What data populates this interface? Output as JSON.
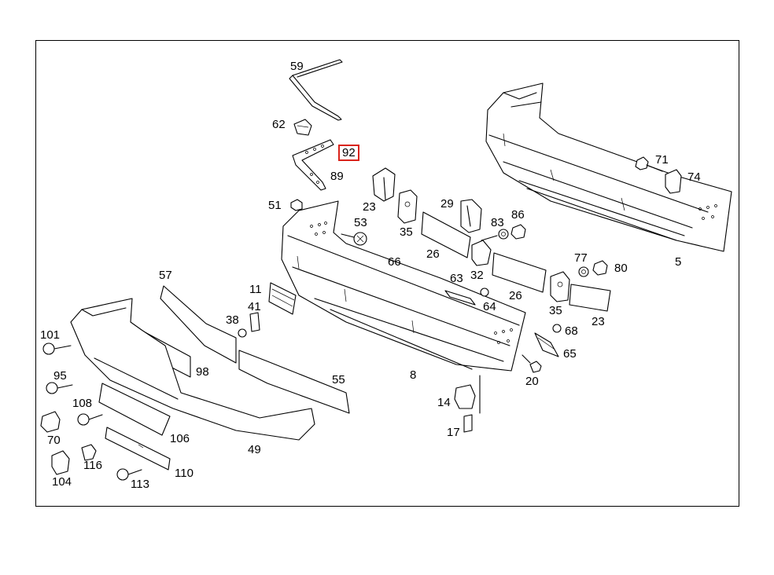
{
  "highlight_color": "#d9231a",
  "selected_part": "92",
  "labels": [
    {
      "id": "59",
      "text": "59"
    },
    {
      "id": "62",
      "text": "62"
    },
    {
      "id": "92",
      "text": "92"
    },
    {
      "id": "89",
      "text": "89"
    },
    {
      "id": "51",
      "text": "51"
    },
    {
      "id": "23a",
      "text": "23"
    },
    {
      "id": "53",
      "text": "53"
    },
    {
      "id": "35a",
      "text": "35"
    },
    {
      "id": "29",
      "text": "29"
    },
    {
      "id": "83",
      "text": "83"
    },
    {
      "id": "86",
      "text": "86"
    },
    {
      "id": "71",
      "text": "71"
    },
    {
      "id": "74",
      "text": "74"
    },
    {
      "id": "5",
      "text": "5"
    },
    {
      "id": "26a",
      "text": "26"
    },
    {
      "id": "66",
      "text": "66"
    },
    {
      "id": "32",
      "text": "32"
    },
    {
      "id": "77",
      "text": "77"
    },
    {
      "id": "80",
      "text": "80"
    },
    {
      "id": "57",
      "text": "57"
    },
    {
      "id": "11",
      "text": "11"
    },
    {
      "id": "63",
      "text": "63"
    },
    {
      "id": "26b",
      "text": "26"
    },
    {
      "id": "41",
      "text": "41"
    },
    {
      "id": "64",
      "text": "64"
    },
    {
      "id": "35b",
      "text": "35"
    },
    {
      "id": "38",
      "text": "38"
    },
    {
      "id": "23b",
      "text": "23"
    },
    {
      "id": "101",
      "text": "101"
    },
    {
      "id": "68",
      "text": "68"
    },
    {
      "id": "65",
      "text": "65"
    },
    {
      "id": "98",
      "text": "98"
    },
    {
      "id": "95",
      "text": "95"
    },
    {
      "id": "55",
      "text": "55"
    },
    {
      "id": "8",
      "text": "8"
    },
    {
      "id": "20",
      "text": "20"
    },
    {
      "id": "108",
      "text": "108"
    },
    {
      "id": "14",
      "text": "14"
    },
    {
      "id": "70",
      "text": "70"
    },
    {
      "id": "106",
      "text": "106"
    },
    {
      "id": "17",
      "text": "17"
    },
    {
      "id": "49",
      "text": "49"
    },
    {
      "id": "116",
      "text": "116"
    },
    {
      "id": "110",
      "text": "110"
    },
    {
      "id": "104",
      "text": "104"
    },
    {
      "id": "113",
      "text": "113"
    }
  ]
}
